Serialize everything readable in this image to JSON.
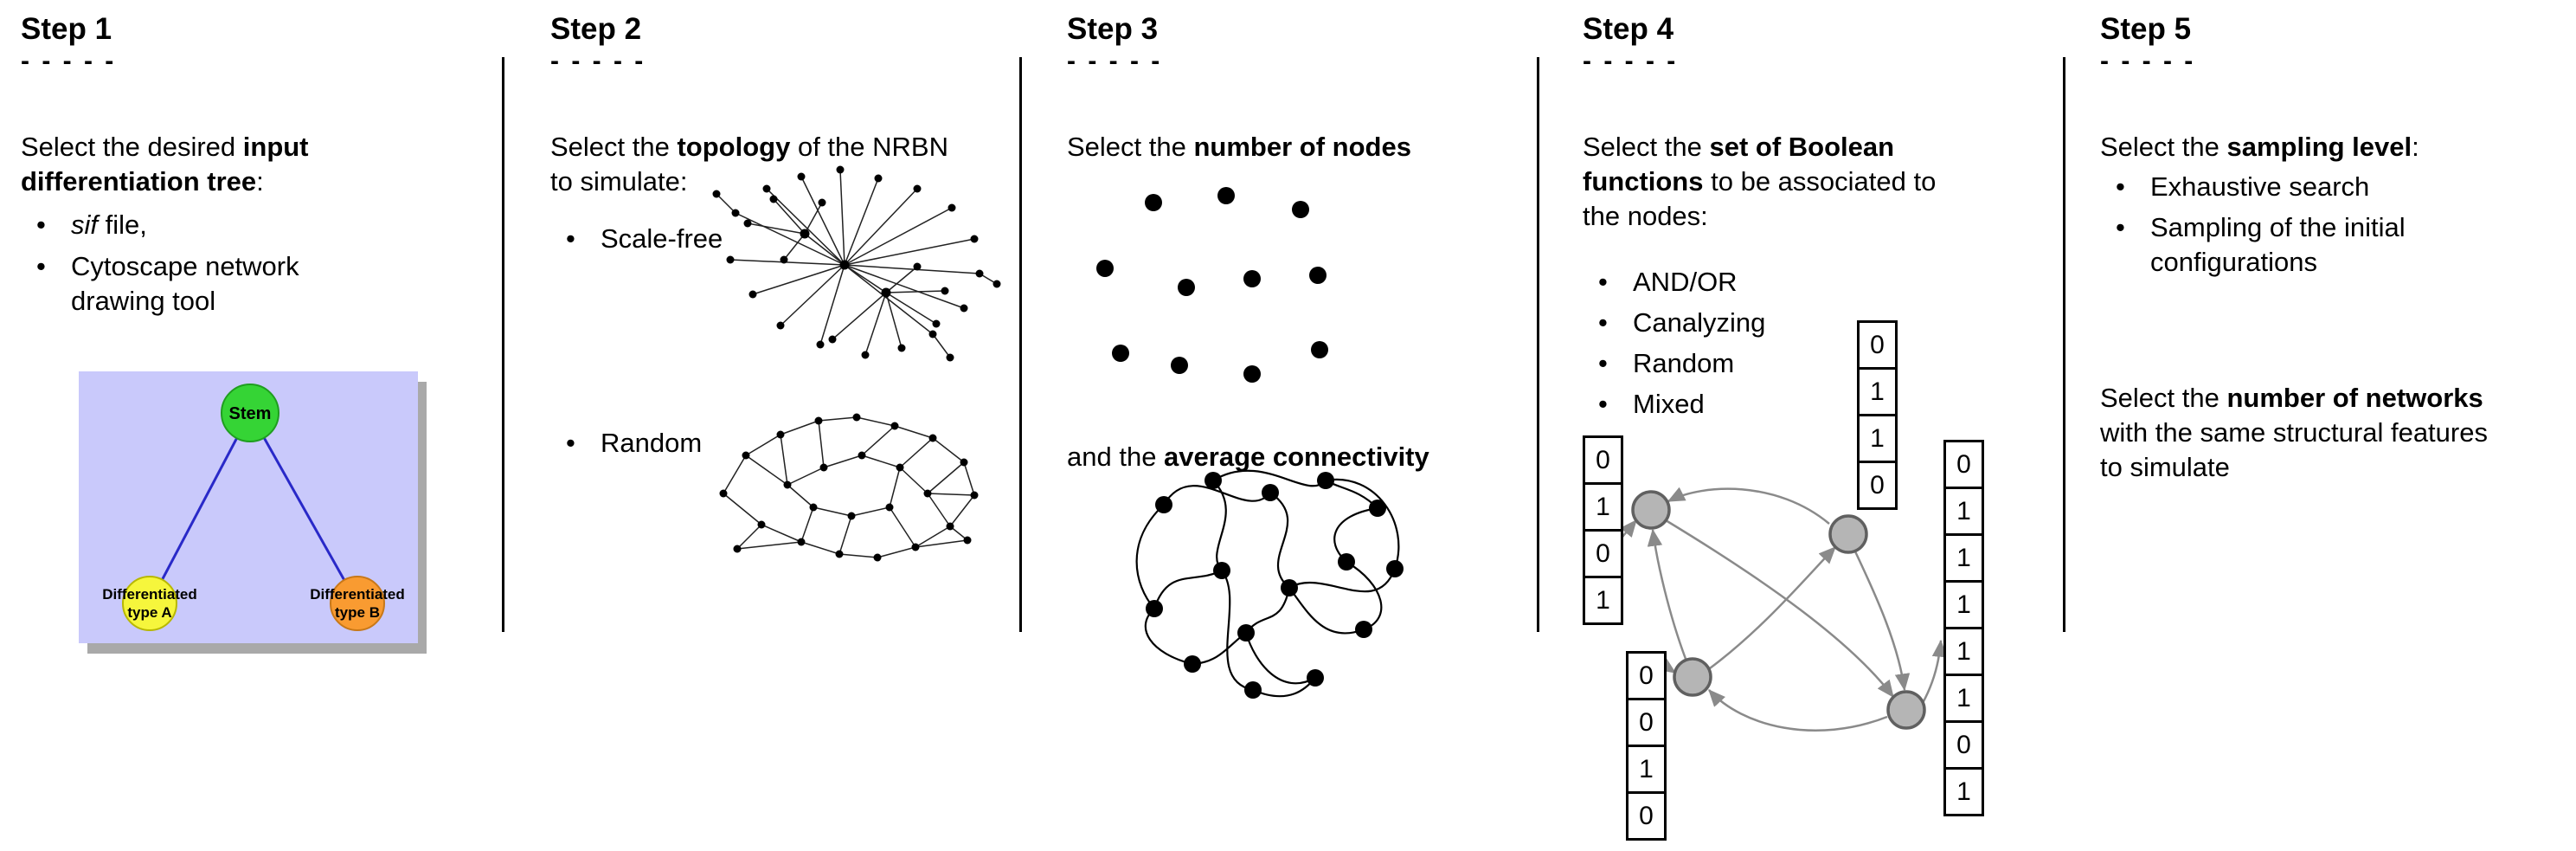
{
  "bullet_char": "•",
  "dashes": "- - - - -",
  "steps": [
    {
      "title": "Step 1",
      "intro_pre": "Select the desired ",
      "intro_bold": "input differentiation tree",
      "intro_post": ":",
      "bullet1_italic": "sif",
      "bullet1_rest": " file,",
      "bullet2": "Cytoscape network drawing tool",
      "tree": {
        "stem_label": "Stem",
        "type_a_label_line1": "Differentiated",
        "type_a_label_line2": "type A",
        "type_b_label_line1": "Differentiated",
        "type_b_label_line2": "type B",
        "colors": {
          "background": "#c9c9fb",
          "shadow": "#a9a9a9",
          "stem_fill": "#35d435",
          "type_a_fill": "#f6f63c",
          "type_b_fill": "#f99b31",
          "edge": "#2929c8"
        }
      }
    },
    {
      "title": "Step 2",
      "intro_pre": "Select the ",
      "intro_bold": "topology",
      "intro_post": " of the NRBN to simulate:",
      "bullet1": "Scale-free",
      "bullet2": "Random"
    },
    {
      "title": "Step 3",
      "line1_pre": "Select the ",
      "line1_bold": "number of nodes",
      "line2_pre": "and the ",
      "line2_bold": "average connectivity"
    },
    {
      "title": "Step 4",
      "intro_pre": "Select the ",
      "intro_bold": "set of Boolean functions",
      "intro_post": " to be associated to the nodes:",
      "bullets": [
        "AND/OR",
        "Canalyzing",
        "Random",
        "Mixed"
      ],
      "node_fill": "#b5b5b5",
      "arrow_color": "#8a8a8a",
      "tables": {
        "left": [
          "0",
          "1",
          "0",
          "1"
        ],
        "top": [
          "0",
          "1",
          "1",
          "0"
        ],
        "right": [
          "0",
          "1",
          "1",
          "1",
          "1",
          "1",
          "0",
          "1"
        ],
        "bottom": [
          "0",
          "0",
          "1",
          "0"
        ]
      }
    },
    {
      "title": "Step 5",
      "line1_pre": "Select the ",
      "line1_bold": "sampling level",
      "line1_post": ":",
      "bullets": [
        "Exhaustive search",
        "Sampling of the initial configurations"
      ],
      "line2_pre": "Select the ",
      "line2_bold": "number of networks",
      "line2_post": " with the same structural features to simulate"
    }
  ]
}
